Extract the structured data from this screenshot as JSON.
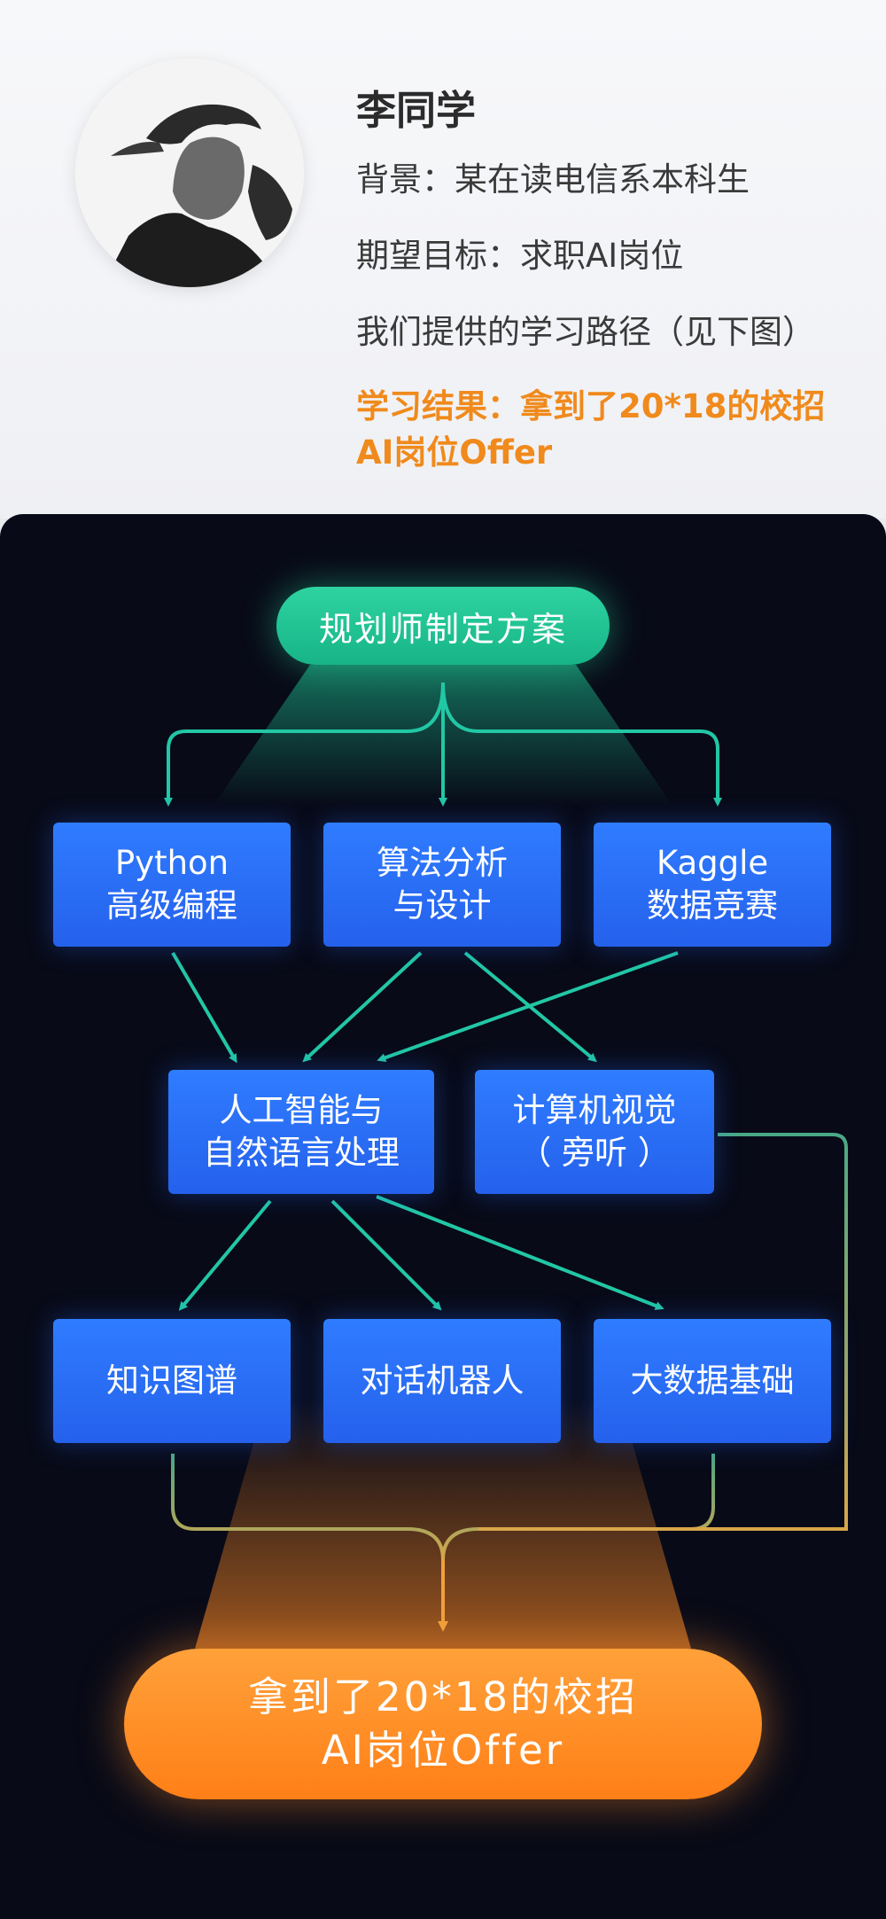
{
  "profile": {
    "name": "李同学",
    "background": "背景：某在读电信系本科生",
    "goal": "期望目标：求职AI岗位",
    "path": "我们提供的学习路径（见下图）",
    "result_line1": "学习结果：拿到了20*18的校招",
    "result_line2": "AI岗位Offer"
  },
  "diagram": {
    "start": "规划师制定方案",
    "level1": [
      {
        "line1": "Python",
        "line2": "高级编程"
      },
      {
        "line1": "算法分析",
        "line2": "与设计"
      },
      {
        "line1": "Kaggle",
        "line2": "数据竞赛"
      }
    ],
    "level2": [
      {
        "line1": "人工智能与",
        "line2": "自然语言处理"
      },
      {
        "line1": "计算机视觉",
        "line2": "（ 旁听 ）"
      }
    ],
    "level3": [
      "知识图谱",
      "对话机器人",
      "大数据基础"
    ],
    "end_line1": "拿到了20*18的校招",
    "end_line2": "AI岗位Offer"
  },
  "colors": {
    "panel_bg": "#080a17",
    "start_green": "#1fc394",
    "node_blue": "#2a6cf5",
    "arrow_teal": "#22c7a5",
    "end_orange": "#ff8a25",
    "result_orange": "#f08a1c"
  }
}
